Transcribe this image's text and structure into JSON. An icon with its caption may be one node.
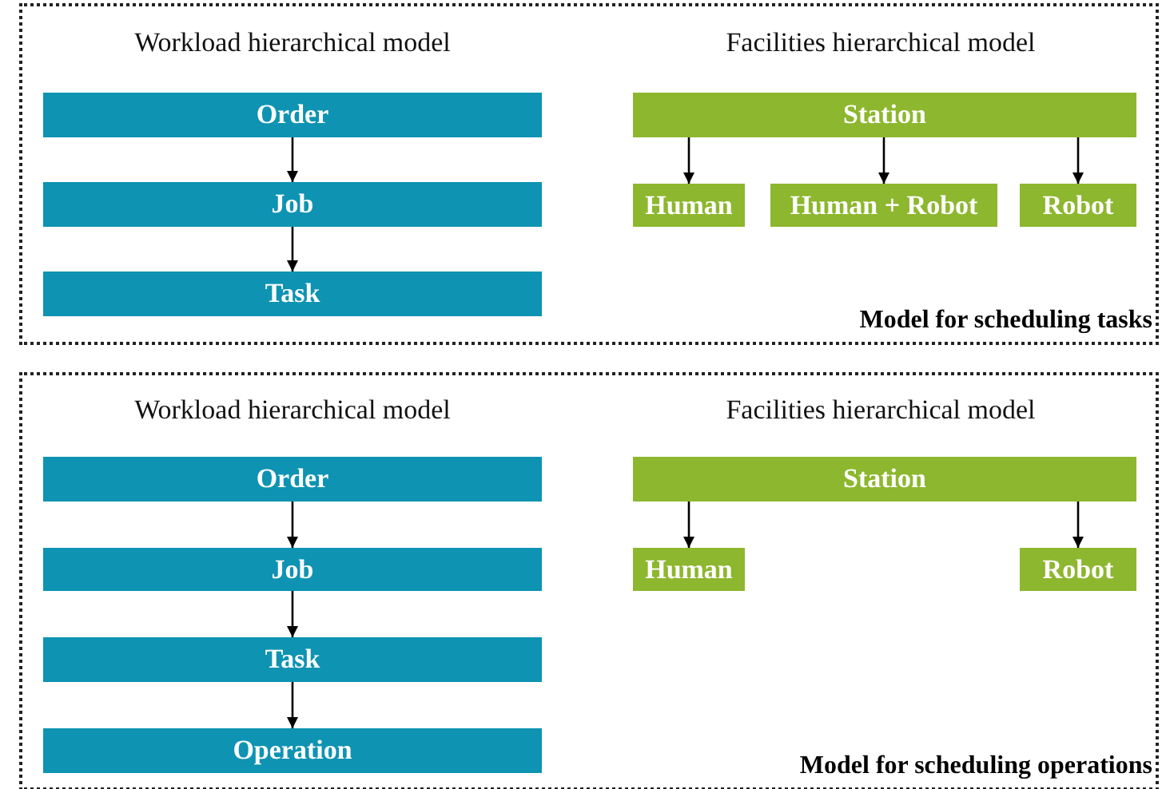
{
  "diagram": {
    "nodes": [
      {
        "text": [
          "Model for scheduling tasks"
        ]
      },
      {
        "text": [
          "Order"
        ],
        "in": 0
      },
      {
        "text": [
          "Job"
        ],
        "in": 0
      },
      {
        "text": [
          "Task"
        ],
        "in": 0
      },
      {
        "text": [
          "Station"
        ],
        "in": 0
      },
      {
        "text": [
          "Human"
        ],
        "in": 0
      },
      {
        "text": [
          "Human + Robot"
        ],
        "in": 0
      },
      {
        "text": [
          "Robot"
        ],
        "in": 0
      },
      {
        "text": [
          "Model for scheduling operations"
        ]
      },
      {
        "text": [
          "Order"
        ],
        "in": 8
      },
      {
        "text": [
          "Job"
        ],
        "in": 8
      },
      {
        "text": [
          "Task"
        ],
        "in": 8
      },
      {
        "text": [
          "Operation"
        ],
        "in": 8
      },
      {
        "text": [
          "Station"
        ],
        "in": 8
      },
      {
        "text": [
          "Human"
        ],
        "in": 8
      },
      {
        "text": [
          "Robot"
        ],
        "in": 8
      }
    ],
    "edges": [
      {
        "from": 1,
        "to": 2,
        "arrow": "to"
      },
      {
        "from": 2,
        "to": 3,
        "arrow": "to"
      },
      {
        "from": 4,
        "to": 5,
        "arrow": "to"
      },
      {
        "from": 4,
        "to": 6,
        "arrow": "to"
      },
      {
        "from": 4,
        "to": 7,
        "arrow": "to"
      },
      {
        "from": 9,
        "to": 10,
        "arrow": "to"
      },
      {
        "from": 10,
        "to": 11,
        "arrow": "to"
      },
      {
        "from": 11,
        "to": 12,
        "arrow": "to"
      },
      {
        "from": 13,
        "to": 14,
        "arrow": "to"
      },
      {
        "from": 13,
        "to": 15,
        "arrow": "to"
      }
    ],
    "labels": [
      "Workload hierarchical model",
      "Facilities hierarchical model",
      "Workload hierarchical model",
      "Facilities hierarchical model"
    ]
  }
}
